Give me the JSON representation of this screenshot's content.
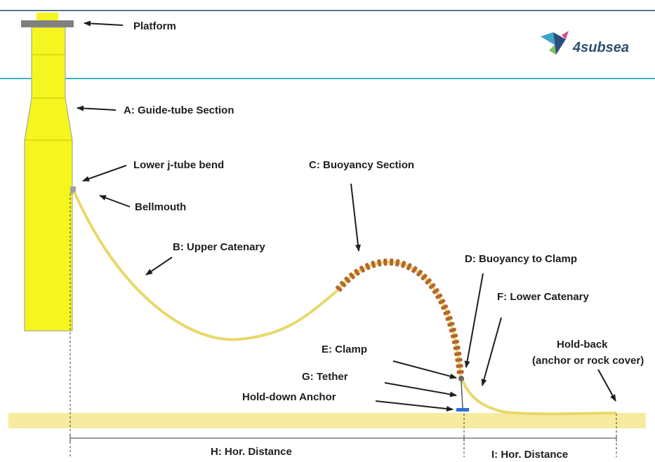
{
  "diagram": {
    "labels": {
      "platform": "Platform",
      "guide_tube": "A: Guide-tube Section",
      "lower_jtube_bend": "Lower j-tube bend",
      "bellmouth": "Bellmouth",
      "upper_catenary": "B: Upper Catenary",
      "buoyancy_section": "C: Buoyancy Section",
      "buoyancy_to_clamp": "D: Buoyancy to Clamp",
      "lower_catenary": "F: Lower Catenary",
      "clamp": "E: Clamp",
      "tether": "G: Tether",
      "hold_down_anchor": "Hold-down Anchor",
      "hold_back_line1": "Hold-back",
      "hold_back_line2": "(anchor or rock cover)",
      "hor_distance_h": "H: Hor. Distance",
      "hor_distance_i": "I: Hor. Distance"
    },
    "logo": {
      "text": "4subsea"
    },
    "colors": {
      "structure": "#f5f51f",
      "cable": "#e8d86a",
      "buoyancy": "#b5652e",
      "seabed": "#f7eba0",
      "water_line": "#38b2c6",
      "sky_line": "#5a7590",
      "anchor": "#2b6fd6",
      "text": "#1e1e1e"
    }
  }
}
